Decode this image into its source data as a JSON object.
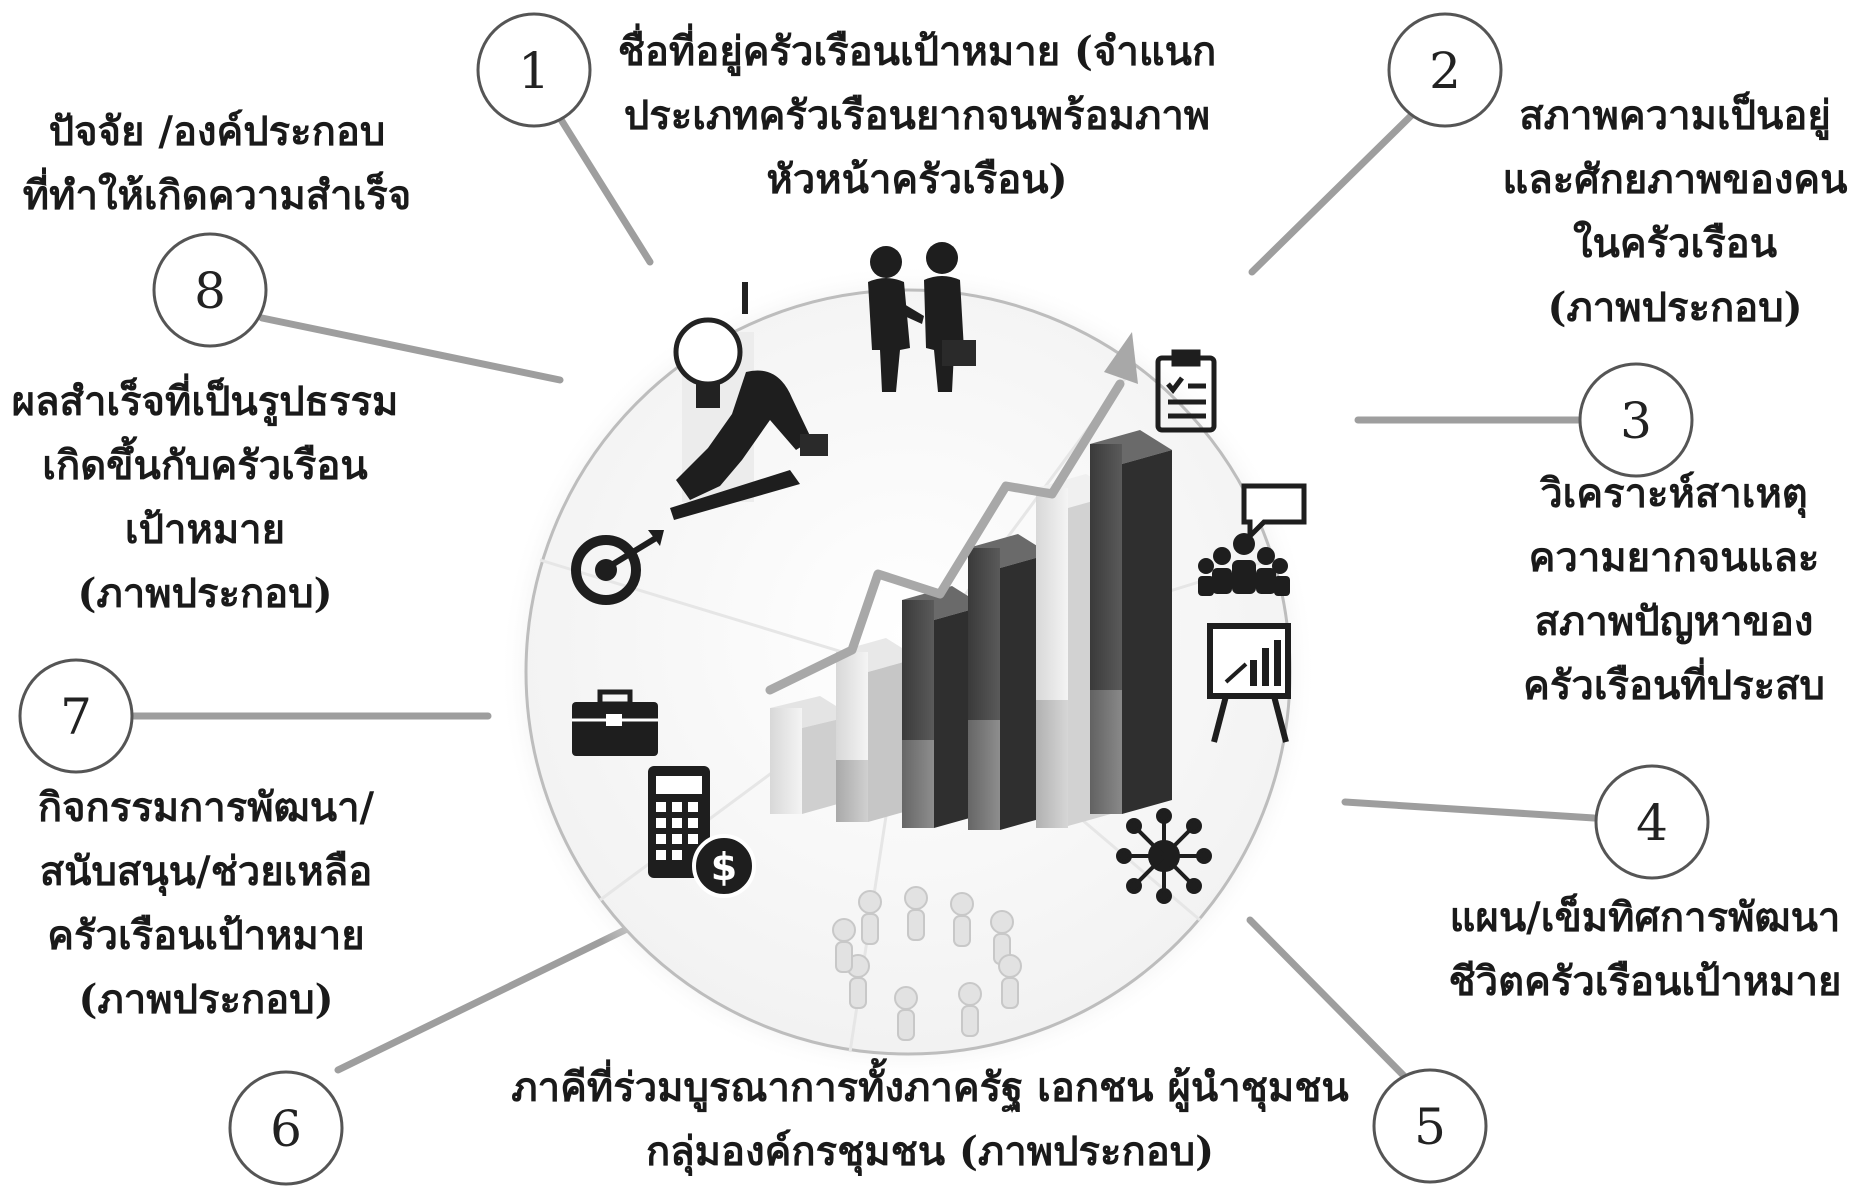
{
  "steps": [
    {
      "number": "1",
      "lines": [
        "ชื่อที่อยู่ครัวเรือนเป้าหมาย (จำแนก",
        "ประเภทครัวเรือนยากจนพร้อมภาพ",
        "หัวหน้าครัวเรือน)"
      ]
    },
    {
      "number": "2",
      "lines": [
        "สภาพความเป็นอยู่",
        "และศักยภาพของคน",
        "ในครัวเรือน",
        "(ภาพประกอบ)"
      ]
    },
    {
      "number": "3",
      "lines": [
        "วิเคราะห์สาเหตุ",
        "ความยากจนและ",
        "สภาพปัญหาของ",
        "ครัวเรือนที่ประสบ"
      ]
    },
    {
      "number": "4",
      "lines": [
        "แผน/เข็มทิศการพัฒนา",
        "ชีวิตครัวเรือนเป้าหมาย"
      ]
    },
    {
      "number": "5",
      "lines": []
    },
    {
      "number": "6",
      "lines": [
        "ภาคีที่ร่วมบูรณาการทั้งภาครัฐ เอกชน ผู้นำชุมชน",
        "กลุ่มองค์กรชุมชน (ภาพประกอบ)"
      ]
    },
    {
      "number": "7",
      "lines": [
        "กิจกรรมการพัฒนา/",
        "สนับสนุน/ช่วยเหลือ",
        "ครัวเรือนเป้าหมาย",
        "(ภาพประกอบ)"
      ]
    },
    {
      "number": "8",
      "lines": [
        "ผลสำเร็จที่เป็นรูปธรรม",
        "เกิดขึ้นกับครัวเรือน",
        "เป้าหมาย",
        "(ภาพประกอบ)"
      ]
    }
  ],
  "top_left_caption": [
    "ปัจจัย /องค์ประกอบ",
    "ที่ทำให้เกิดความสำเร็จ"
  ],
  "icon_names": [
    "lightbulb-idea-icon",
    "handshake-icon",
    "clipboard-checklist-icon",
    "presentation-audience-icon",
    "presentation-chart-icon",
    "network-hub-icon",
    "people-circle-icon",
    "calculator-dollar-icon",
    "briefcase-icon",
    "target-icon",
    "growth-bar-chart-icon"
  ],
  "colors": {
    "text": "#1a1a1a",
    "connector": "#9e9e9e",
    "bar_dark": "#4a4a4a",
    "bar_mid": "#6e6e6e",
    "bar_light": "#dcdcdc",
    "arrow": "#a8a8a8"
  }
}
